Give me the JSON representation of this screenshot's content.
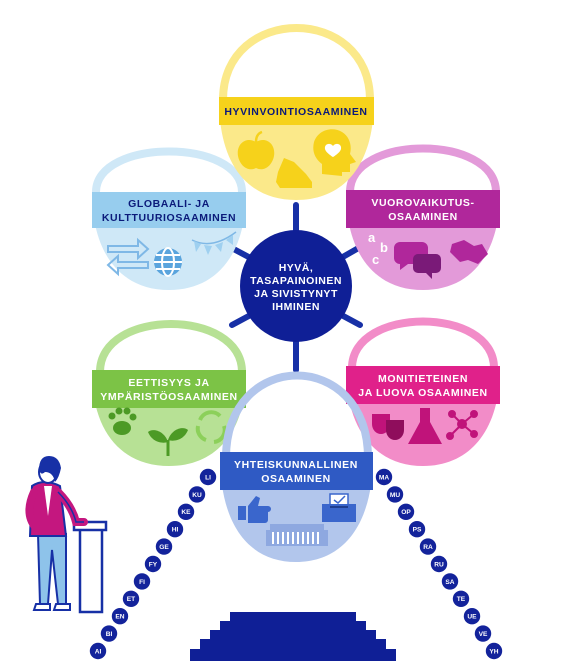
{
  "center": {
    "lines": [
      "HYVÄ,",
      "TASAPAINOINEN",
      "JA SIVISTYNYT",
      "IHMINEN"
    ]
  },
  "baskets": {
    "hyvinvointi": {
      "lines": [
        "HYVINVOINTIOSAAMINEN"
      ],
      "color": "#fbe98a",
      "band": "#f6d21b"
    },
    "vuorovaikutus": {
      "lines": [
        "VUOROVAIKUTUS-",
        "OSAAMINEN"
      ],
      "color": "#e39ad9",
      "band": "#b0279b"
    },
    "globaali": {
      "lines": [
        "GLOBAALI- JA",
        "KULTTUURIOSAAMINEN"
      ],
      "color": "#cfe8f7",
      "band": "#97cdee"
    },
    "monitieteinen": {
      "lines": [
        "MONITIETEINEN",
        "JA LUOVA OSAAMINEN"
      ],
      "color": "#f28cc8",
      "band": "#e0218a"
    },
    "eettisyys": {
      "lines": [
        "EETTISYYS JA",
        "YMPÄRISTÖOSAAMINEN"
      ],
      "color": "#b7e195",
      "band": "#7cc346"
    },
    "yhteiskunnallinen": {
      "lines": [
        "YHTEISKUNNALLINEN",
        "OSAAMINEN"
      ],
      "color": "#b2c6ec",
      "band": "#2f5ac4"
    }
  },
  "subjects_left": [
    "LI",
    "KU",
    "KE",
    "HI",
    "GE",
    "FY",
    "FI",
    "ET",
    "EN",
    "BI",
    "AI"
  ],
  "subjects_right": [
    "MA",
    "MU",
    "OP",
    "PS",
    "RA",
    "RU",
    "SA",
    "TE",
    "UE",
    "VE",
    "YH"
  ],
  "colors": {
    "navy": "#0f1f96",
    "bead": "#13239b",
    "spoke": "#1730a6"
  }
}
